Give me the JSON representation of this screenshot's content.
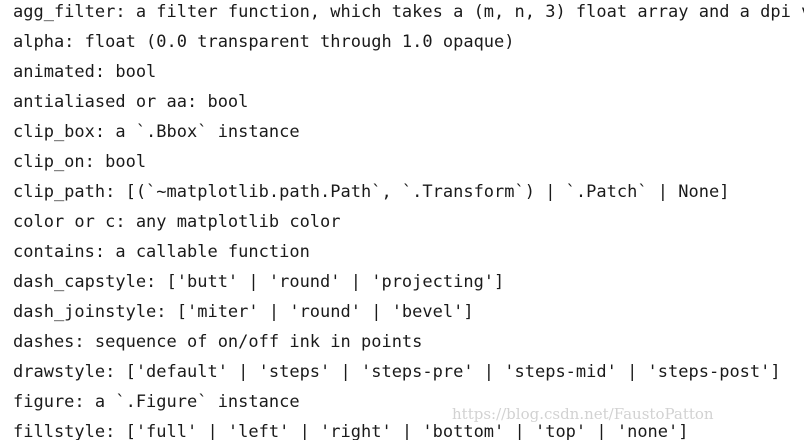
{
  "lines": [
    "agg_filter: a filter function, which takes a (m, n, 3) float array and a dpi va",
    "alpha: float (0.0 transparent through 1.0 opaque)",
    "animated: bool",
    "antialiased or aa: bool",
    "clip_box: a `.Bbox` instance",
    "clip_on: bool",
    "clip_path: [(`~matplotlib.path.Path`, `.Transform`) | `.Patch` | None]",
    "color or c: any matplotlib color",
    "contains: a callable function",
    "dash_capstyle: ['butt' | 'round' | 'projecting']",
    "dash_joinstyle: ['miter' | 'round' | 'bevel']",
    "dashes: sequence of on/off ink in points",
    "drawstyle: ['default' | 'steps' | 'steps-pre' | 'steps-mid' | 'steps-post']",
    "figure: a `.Figure` instance",
    "fillstyle: ['full' | 'left' | 'right' | 'bottom' | 'top' | 'none']"
  ],
  "watermark": "https://blog.csdn.net/FaustoPatton"
}
